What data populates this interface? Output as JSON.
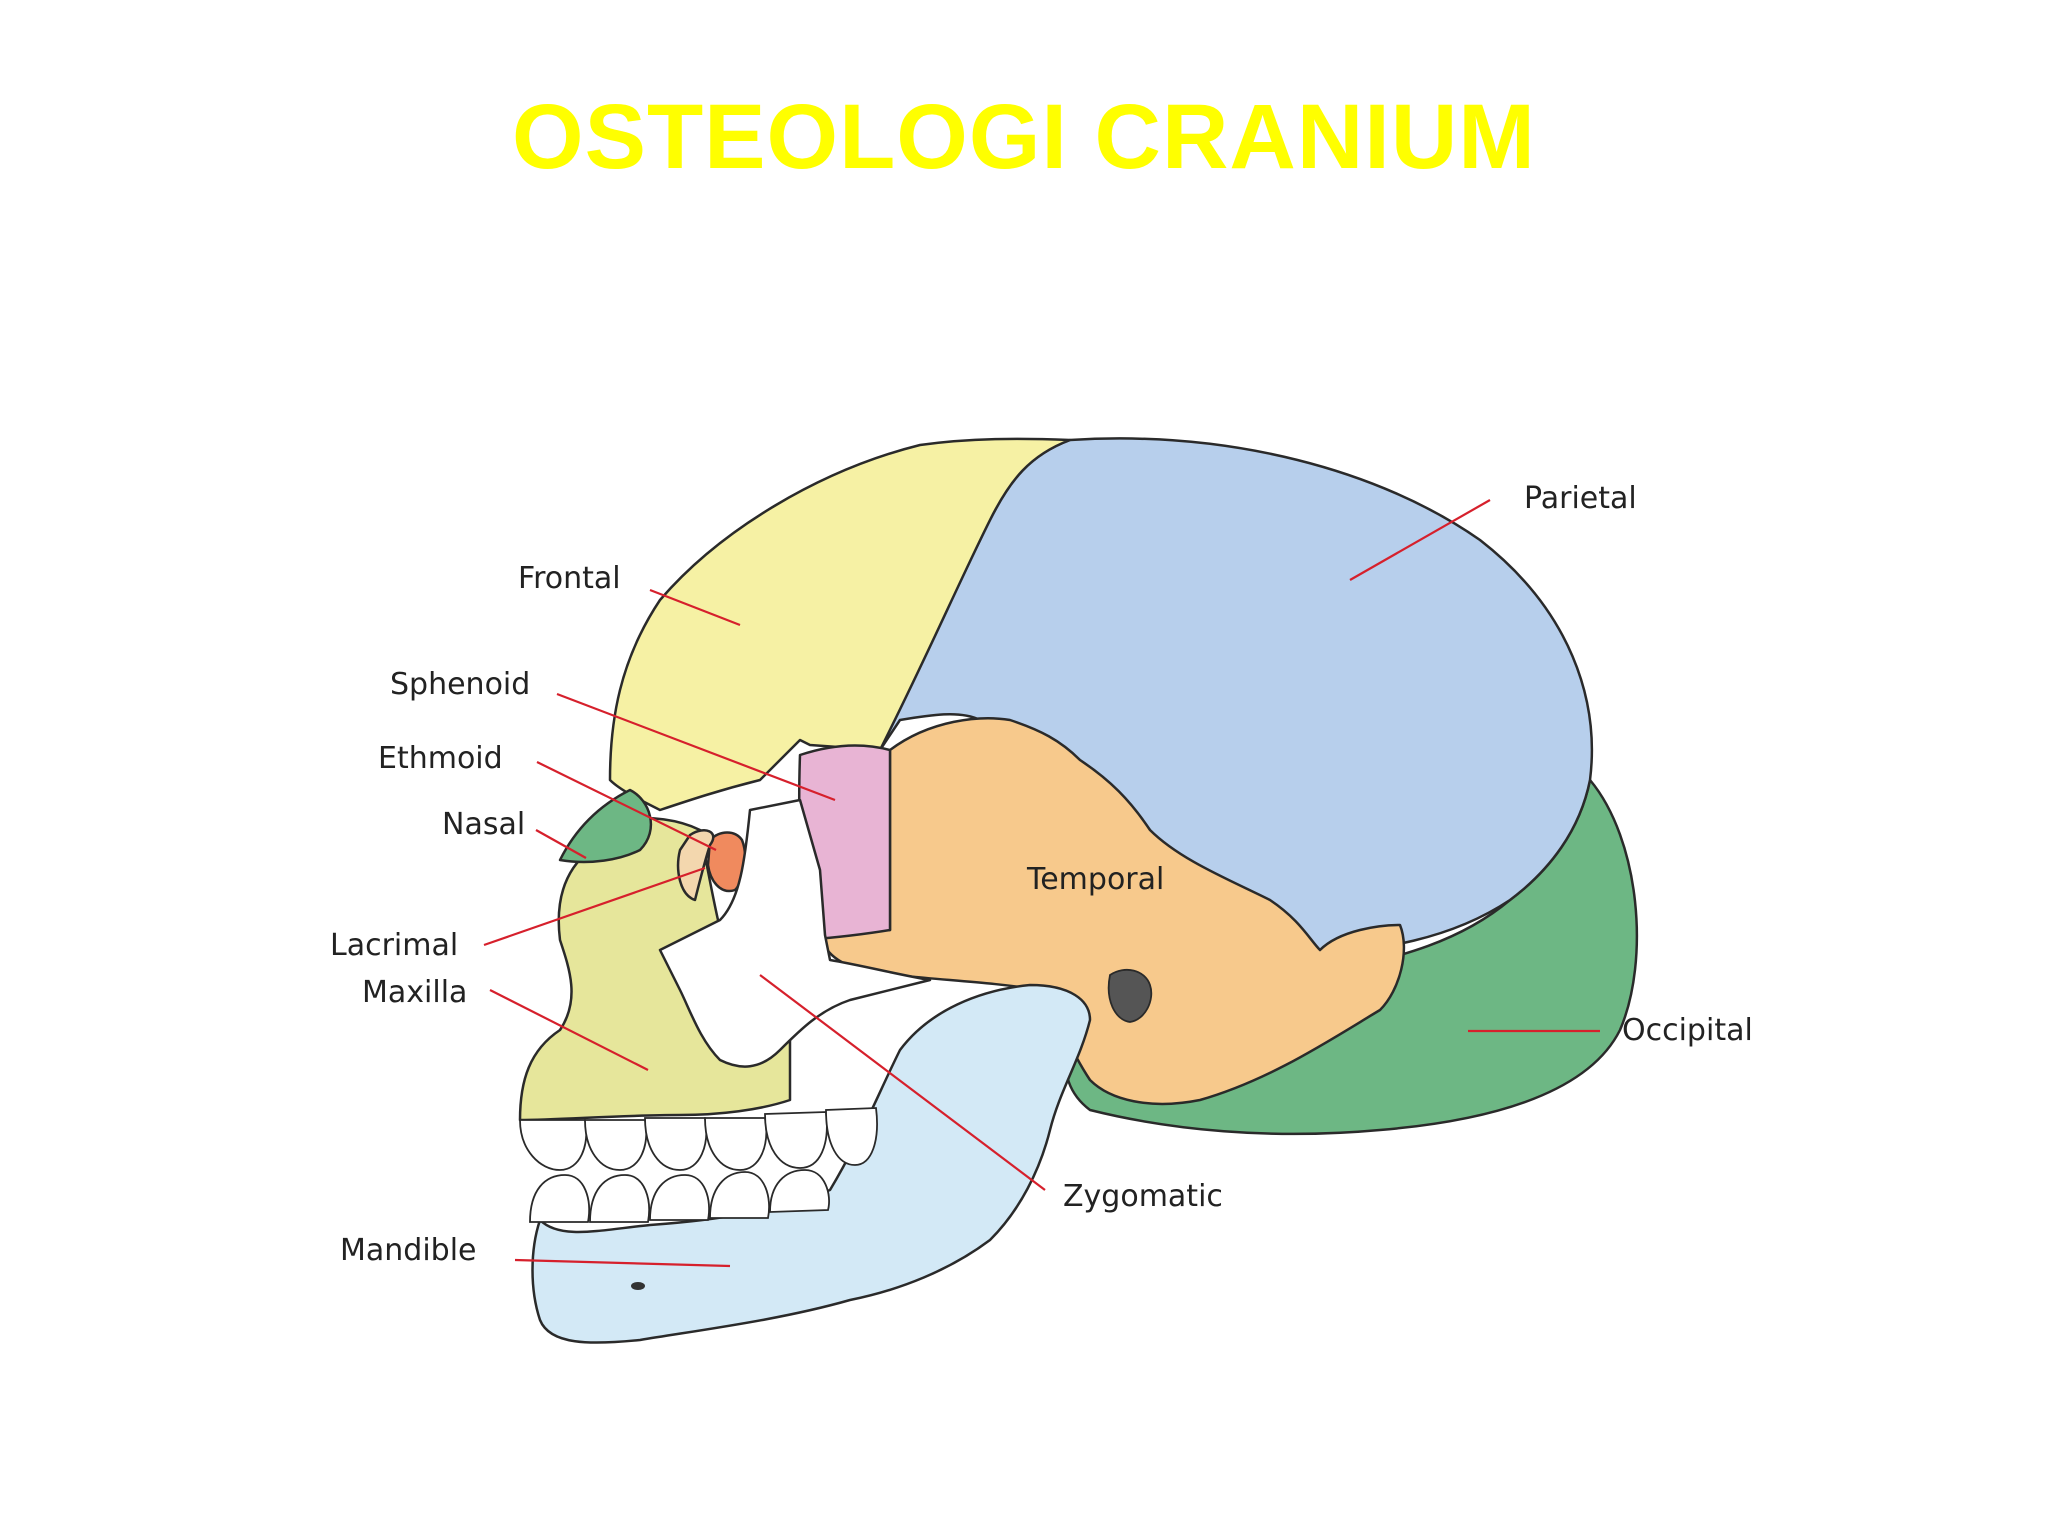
{
  "title": "OSTEOLOGI CRANIUM",
  "colors": {
    "title": "#ffff00",
    "frontal": "#f6f1a4",
    "parietal": "#b7cfec",
    "temporal": "#f7c98c",
    "occipital": "#6db784",
    "sphenoid": "#e8b4d4",
    "ethmoid": "#f08a5e",
    "nasal": "#6db784",
    "maxilla": "#e6e69b",
    "zygomatic": "#ffffff",
    "mandible": "#d3e9f6",
    "leader": "#d6202c"
  },
  "labels": {
    "parietal": "Parietal",
    "frontal": "Frontal",
    "sphenoid": "Sphenoid",
    "ethmoid": "Ethmoid",
    "nasal": "Nasal",
    "lacrimal": "Lacrimal",
    "maxilla": "Maxilla",
    "temporal": "Temporal",
    "occipital": "Occipital",
    "zygomatic": "Zygomatic",
    "mandible": "Mandible"
  }
}
